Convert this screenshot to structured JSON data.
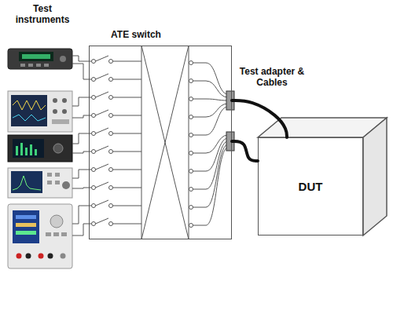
{
  "diagram": {
    "nodes": [
      {
        "text": [
          "ATE switch"
        ]
      },
      {
        "text": [
          "DUT"
        ]
      }
    ],
    "edges": [
      {
        "from": 0,
        "to": 1,
        "arrow": "none"
      },
      {
        "from": 0,
        "to": 1,
        "arrow": "none"
      }
    ],
    "labels": [
      "Test instruments",
      "Test adapter & Cables"
    ]
  }
}
